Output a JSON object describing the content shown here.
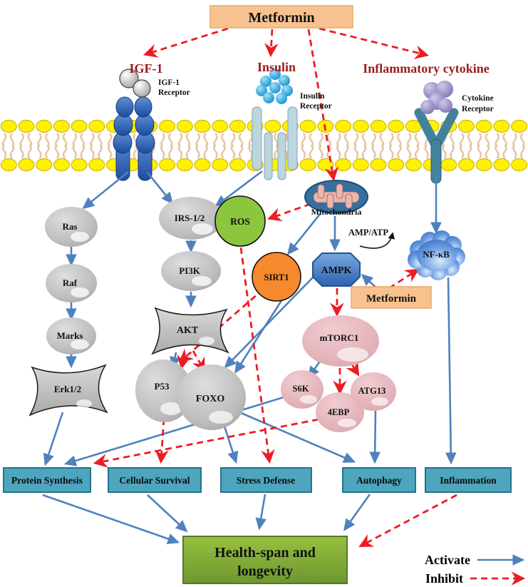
{
  "metformin_top": "Metformin",
  "ligands": {
    "igf1": "IGF-1",
    "insulin": "Insulin",
    "cytokine": "Inflammatory cytokine"
  },
  "receptor_labels": {
    "igf1_l1": "IGF-1",
    "igf1_l2": "Receptor",
    "ins_l1": "Insulin",
    "ins_l2": "Receptor",
    "cyt_l1": "Cytokine",
    "cyt_l2": "Receptor"
  },
  "nodes": {
    "ras": "Ras",
    "raf": "Raf",
    "marks": "Marks",
    "erk": "Erk1/2",
    "irs": "IRS-1/2",
    "pi3k": "PI3K",
    "akt": "AKT",
    "p53": "P53",
    "foxo": "FOXO",
    "ros": "ROS",
    "sirt1": "SIRT1",
    "mitochondria": "Mitochondria",
    "amp_atp": "AMP/ATP",
    "ampk": "AMPK",
    "metformin2": "Metformin",
    "nfkb": "NF-κB",
    "mtorc1": "mTORC1",
    "s6k": "S6K",
    "ebp4": "4EBP",
    "atg13": "ATG13"
  },
  "outcomes": {
    "protein": "Protein Synthesis",
    "survival": "Cellular Survival",
    "stress": "Stress Defense",
    "autophagy": "Autophagy",
    "inflammation": "Inflammation"
  },
  "final_box": {
    "line1": "Health-span and",
    "line2": "longevity"
  },
  "legend": {
    "activate": "Activate",
    "inhibit": "Inhibit"
  },
  "colors": {
    "activate_arrow": "#4F81BD",
    "inhibit_arrow": "#EC1C24",
    "metformin_box": "#F7C28F",
    "outcome_box": "#4EA5BE",
    "final_box_green": "#7FA83B",
    "ros_green": "#8CC63E",
    "sirt1_orange": "#F6892C",
    "ampk_blue": "#3F76BE",
    "node_gray": "#C6C6C6",
    "pathway_pink": "#E7BCC1",
    "nfkb_blue": "#5B8FD8",
    "ligand_label_red": "#9B1C1C",
    "membrane_yellow": "#FFF100"
  }
}
